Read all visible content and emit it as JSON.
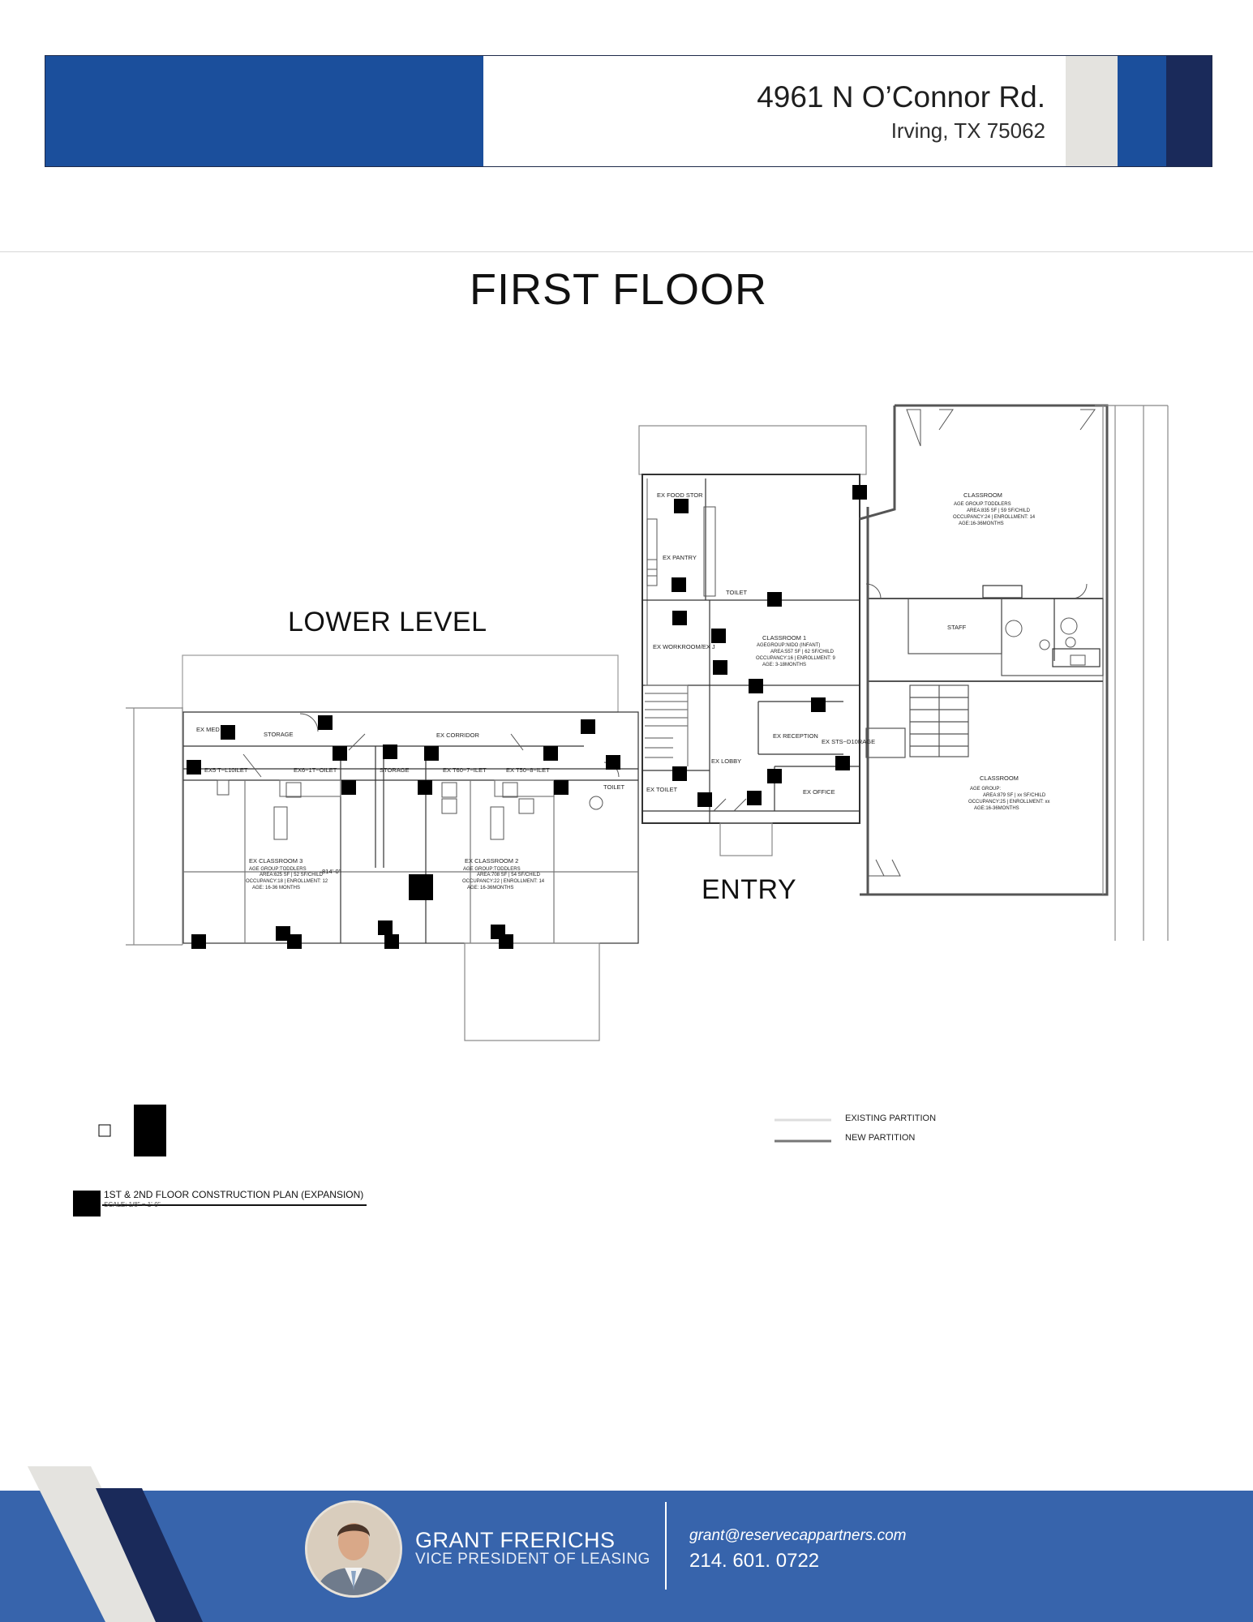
{
  "header": {
    "address_line1": "4961 N O’Connor Rd.",
    "address_line2": "Irving, TX 75062",
    "colors": {
      "blue": "#1b4f9c",
      "navy": "#1a2a5a",
      "gray": "#e4e3df"
    }
  },
  "page_title": "FIRST FLOOR",
  "plan": {
    "area_labels": {
      "lower_level": "LOWER LEVEL",
      "entry": "ENTRY"
    },
    "rooms": {
      "ex_food_stor": "EX FOOD STOR",
      "ex_pantry": "EX PANTRY",
      "toilet_upper": "TOILET",
      "classroom_1": "CLASSROOM 1",
      "classroom_1_group": "AGEGROUP:NIDO (INFANT)",
      "classroom_1_area": "AREA:557 SF | 62 SF/CHILD",
      "classroom_1_occ": "OCCUPANCY:16 | ENROLLMENT: 9",
      "classroom_1_age": "AGE: 3-18MONTHS",
      "ex_workroom": "EX WORKROOM/EX J",
      "classroom_ne": "CLASSROOM",
      "classroom_ne_group": "AGE GROUP:TODDLERS",
      "classroom_ne_area": "AREA:835 SF | 59 SF/CHILD",
      "classroom_ne_occ": "OCCUPANCY:24 | ENROLLMENT: 14",
      "classroom_ne_age": "AGE:16-36MONTHS",
      "staff": "STAFF",
      "ex_reception": "EX RECEPTION",
      "ex_storage_right": "EX STS~D10RAGE",
      "ex_lobby": "EX LOBBY",
      "ex_office": "EX OFFICE",
      "ex_toilet": "EX TOILET",
      "toilet_lower": "TOILET",
      "classroom_se": "CLASSROOM",
      "classroom_se_group": "AGE GROUP:",
      "classroom_se_area": "AREA:879 SF | xx SF/CHILD",
      "classroom_se_occ": "OCCUPANCY:25 | ENROLLMENT: xx",
      "classroom_se_age": "AGE:16-36MONTHS",
      "ex_med": "EX MED",
      "storage_113": "STORAGE",
      "ex_corridor": "EX CORRIDOR",
      "ex_toilet_a": "EX5 T~L10ILET",
      "ex_toilet_b": "EX6~1T~OILET",
      "storage_111": "STORAGE",
      "ex_toilet_c": "EX T60~7~ILET",
      "ex_toilet_d": "EX T50~8~ILET",
      "ex_classroom_3": "EX CLASSROOM 3",
      "ex_classroom_3_group": "AGE GROUP:TODDLERS",
      "ex_classroom_3_area": "AREA:625 SF | 52 SF/CHILD",
      "ex_classroom_3_occ": "OCCUPANCY:18 | ENROLLMENT: 12",
      "ex_classroom_3_age": "AGE: 16-36 MONTHS",
      "ex_classroom_2": "EX CLASSROOM 2",
      "ex_classroom_2_group": "AGE GROUP:TODDLERS",
      "ex_classroom_2_area": "AREA:708 SF | 54 SF/CHILD",
      "ex_classroom_2_occ": "OCCUPANCY:22 | ENROLLMENT: 14",
      "ex_classroom_2_age": "AGE: 16-36MONTHS",
      "dim_814": "814'-0\""
    },
    "legend": {
      "existing": "EXISTING PARTITION",
      "new": "NEW PARTITION"
    },
    "caption": "1ST & 2ND FLOOR CONSTRUCTION PLAN (EXPANSION)",
    "scale": "SCALE: 1/8\" = 1'-0\""
  },
  "footer": {
    "name": "GRANT FRERICHS",
    "title": "VICE PRESIDENT OF LEASING",
    "email": "grant@reservecappartners.com",
    "phone": "214. 601. 0722",
    "colors": {
      "band": "#3764ac",
      "stripe_gray": "#e4e3df",
      "stripe_navy": "#1a2a5a"
    }
  }
}
